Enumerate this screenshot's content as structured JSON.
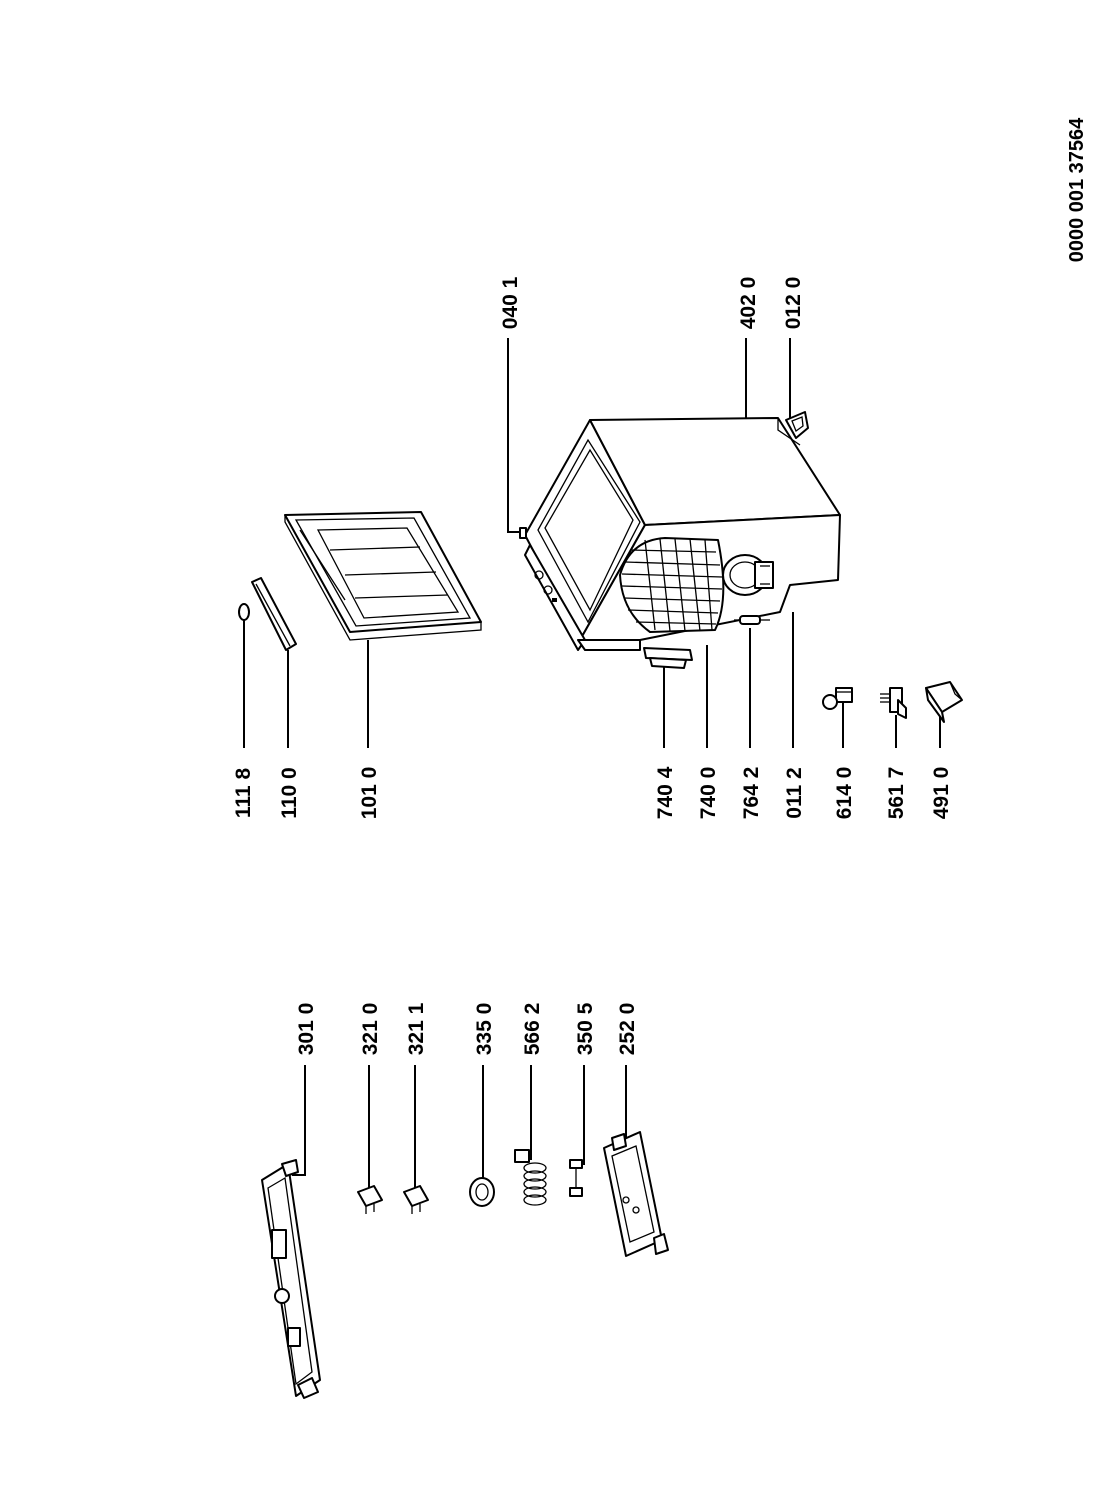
{
  "document_number": "0000 001 37564",
  "callouts": {
    "c1118": "111 8",
    "c1100": "110 0",
    "c1010": "101 0",
    "c0401": "040 1",
    "c4020": "402 0",
    "c0120": "012 0",
    "c7404": "740 4",
    "c7400": "740 0",
    "c7642": "764 2",
    "c0112": "011 2",
    "c6140": "614 0",
    "c5617": "561 7",
    "c4910": "491 0",
    "c3010": "301 0",
    "c3210": "321 0",
    "c3211": "321 1",
    "c3350": "335 0",
    "c5662": "566 2",
    "c3505": "350 5",
    "c2520": "252 0"
  }
}
